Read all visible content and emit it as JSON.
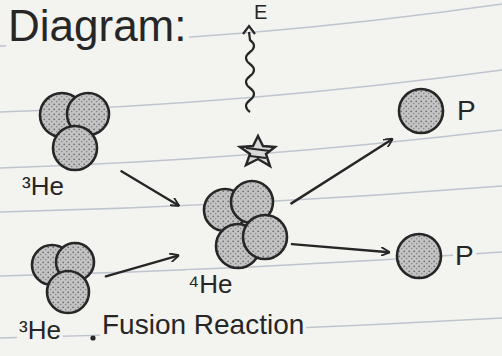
{
  "diagram": {
    "title": "Diagram:",
    "caption": "Fusion Reaction",
    "nodes": [
      {
        "text": [
          "³He"
        ]
      },
      {
        "text": [
          "³He"
        ]
      },
      {
        "text": [
          "⁴He"
        ]
      },
      {
        "text": [
          "P"
        ]
      },
      {
        "text": [
          "P"
        ]
      }
    ],
    "edges": [
      {
        "from": 0,
        "to": 2,
        "arrow": "to"
      },
      {
        "from": 1,
        "to": 2,
        "arrow": "to"
      },
      {
        "from": 2,
        "to": 3,
        "arrow": "to"
      },
      {
        "from": 2,
        "to": 4,
        "arrow": "to"
      }
    ],
    "labels": [
      "E"
    ]
  }
}
